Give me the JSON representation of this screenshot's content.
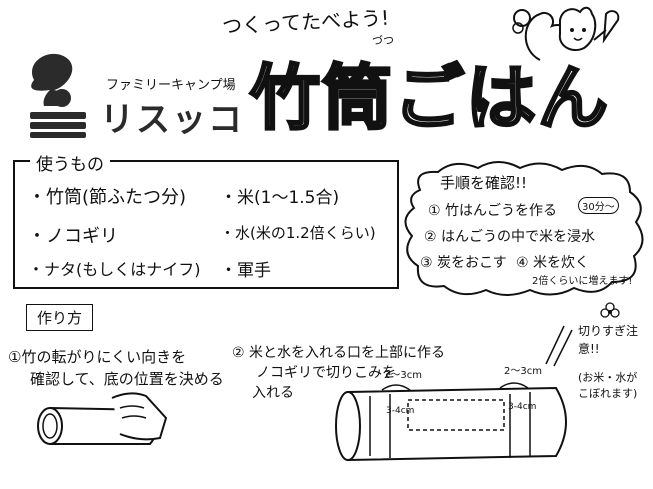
{
  "header": {
    "subtitle": "つくってたべよう!",
    "title": "竹筒ごはん",
    "furigana": "づつ",
    "brand_kana": "ファミリーキャンプ場",
    "brand_name": "リスッコ"
  },
  "materials": {
    "heading": "使うもの",
    "items": [
      "・竹筒(節ふたつ分)",
      "・ノコギリ",
      "・ナタ(もしくはナイフ)",
      "・米(1〜1.5合)",
      "・水(米の1.2倍くらい)",
      "・軍手"
    ]
  },
  "steps": {
    "heading": "手順を確認!!",
    "items": [
      "① 竹はんごうを作る",
      "② はんごうの中で米を浸水",
      "③ 炭をおこす",
      "④ 米を炊く"
    ],
    "time_note": "30分〜",
    "expand_note": "2倍くらいに増えます!"
  },
  "howto": {
    "heading": "作り方",
    "step1_line1": "①竹の転がりにくい向きを",
    "step1_line2": "確認して、底の位置を決める",
    "step2_line1": "② 米と水を入れる口を上部に作る",
    "step2_line2": "ノコギリで切りこみを",
    "step2_line3": "入れる",
    "dim_left": "2〜3cm",
    "dim_right": "2〜3cm",
    "depth_left": "3-4cm",
    "depth_right": "3-4cm",
    "caution": "切りすぎ注意!!",
    "caution_note": "(お米・水がこぼれます)"
  },
  "colors": {
    "ink": "#111111",
    "background": "#ffffff",
    "logo_gray": "#2b2b2b"
  }
}
